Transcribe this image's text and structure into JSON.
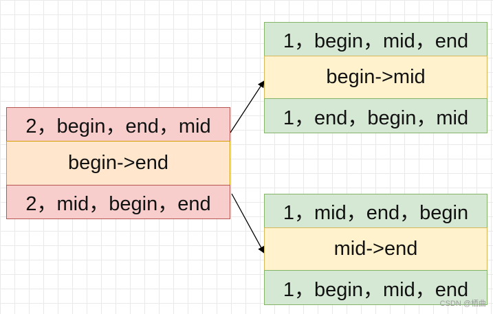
{
  "left": {
    "top": "2，begin，end，mid",
    "middle": "begin->end",
    "bottom": "2，mid，begin，end",
    "colors": {
      "top_fill": "#f8cecc",
      "top_border": "#b85450",
      "middle_fill": "#ffe6cc",
      "middle_border": "#d79b00"
    }
  },
  "right_top": {
    "top": "1，begin，mid，end",
    "middle": "begin->mid",
    "bottom": "1，end，begin，mid",
    "colors": {
      "outer_fill": "#d5e8d4",
      "outer_border": "#82b366",
      "middle_fill": "#fff2cc",
      "middle_border": "#d6b656"
    }
  },
  "right_bottom": {
    "top": "1，mid，end，begin",
    "middle": "mid->end",
    "bottom": "1，begin，mid，end",
    "colors": {
      "outer_fill": "#d5e8d4",
      "outer_border": "#82b366",
      "middle_fill": "#fff2cc",
      "middle_border": "#d6b656"
    }
  },
  "watermark": "CSDN @栖曲"
}
